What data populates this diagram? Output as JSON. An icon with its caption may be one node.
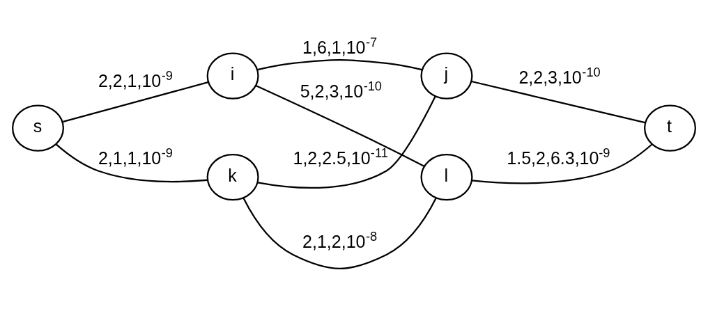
{
  "diagram": {
    "nodes": [
      {
        "text": [
          "s"
        ]
      },
      {
        "text": [
          "i"
        ]
      },
      {
        "text": [
          "k"
        ]
      },
      {
        "text": [
          "j"
        ]
      },
      {
        "text": [
          "l"
        ]
      },
      {
        "text": [
          "t"
        ]
      }
    ],
    "edges": [
      {
        "from": 0,
        "to": 1,
        "arrow": "none",
        "label": "2,2,1,10$^{-9}$"
      },
      {
        "from": 0,
        "to": 2,
        "arrow": "none",
        "label": "2,1,1,10$^{-9}$"
      },
      {
        "from": 1,
        "to": 3,
        "arrow": "none",
        "label": "1,6,1,10$^{-7}$"
      },
      {
        "from": 2,
        "to": 3,
        "arrow": "none",
        "label": "1,2,2.5,10$^{-11}$"
      },
      {
        "from": 1,
        "to": 4,
        "arrow": "none",
        "label": "5,2,3,10$^{-10}$"
      },
      {
        "from": 2,
        "to": 4,
        "arrow": "none",
        "label": "2,1,2,10$^{-8}$"
      },
      {
        "from": 3,
        "to": 5,
        "arrow": "none",
        "label": "2,2,3,10$^{-10}$"
      },
      {
        "from": 4,
        "to": 5,
        "arrow": "none",
        "label": "1.5,2,6.3,10$^{-9}$"
      }
    ]
  }
}
